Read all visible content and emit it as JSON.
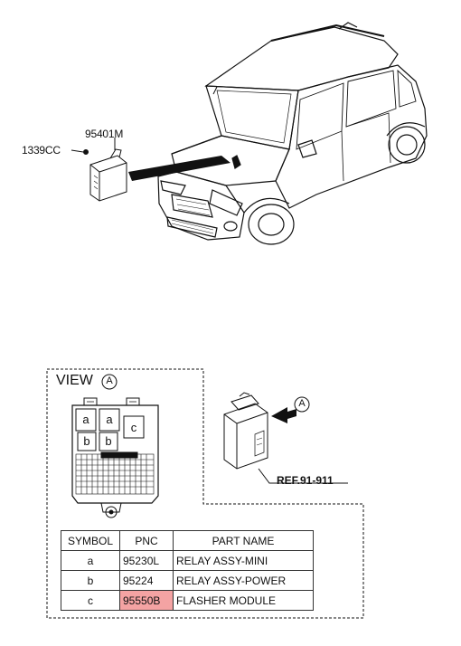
{
  "callouts": {
    "part_module": "95401M",
    "part_bolt": "1339CC",
    "view_label": "VIEW",
    "view_marker": "A",
    "arrow_marker": "A",
    "reference": "REF.91-911"
  },
  "fuse_box_cells": [
    "a",
    "a",
    "c",
    "b",
    "b"
  ],
  "table": {
    "headers": [
      "SYMBOL",
      "PNC",
      "PART NAME"
    ],
    "rows": [
      {
        "symbol": "a",
        "pnc": "95230L",
        "name": "RELAY ASSY-MINI"
      },
      {
        "symbol": "b",
        "pnc": "95224",
        "name": "RELAY ASSY-POWER"
      },
      {
        "symbol": "c",
        "pnc": "95550B",
        "name": "FLASHER MODULE"
      }
    ],
    "highlight_color": "#f4a3a3"
  }
}
